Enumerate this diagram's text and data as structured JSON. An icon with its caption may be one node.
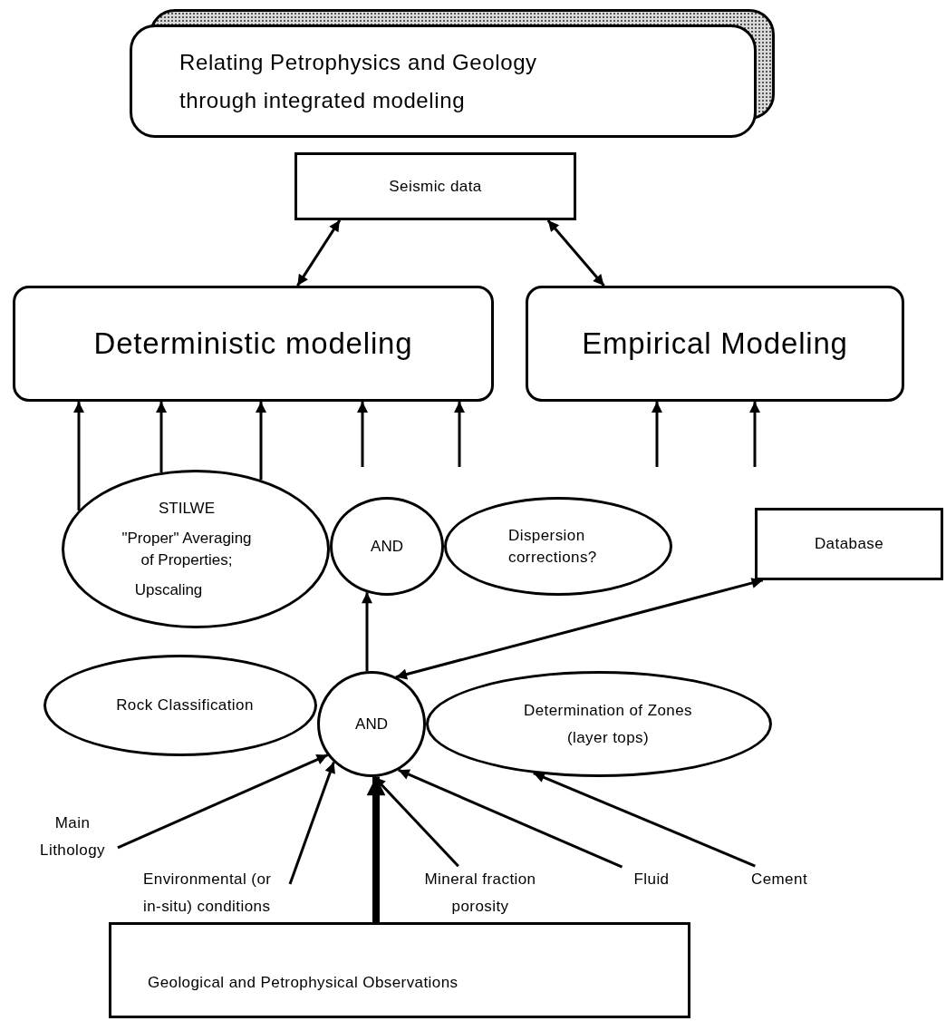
{
  "diagram": {
    "nodes": [
      {
        "text": [
          "Relating Petrophysics and Geology through integrated modeling"
        ]
      },
      {
        "text": [
          "Seismic data"
        ]
      },
      {
        "text": [
          "Deterministic modeling"
        ]
      },
      {
        "text": [
          "Empirical Modeling"
        ]
      },
      {
        "text": [
          "STILWE",
          "\"Proper\" Averaging of Properties;",
          "Upscaling"
        ]
      },
      {
        "text": [
          "AND"
        ]
      },
      {
        "text": [
          "Dispersion corrections?"
        ]
      },
      {
        "text": [
          "Database"
        ]
      },
      {
        "text": [
          "Rock Classification"
        ]
      },
      {
        "text": [
          "AND"
        ]
      },
      {
        "text": [
          "Determination of Zones (layer tops)"
        ]
      },
      {
        "text": [
          "Main Lithology"
        ]
      },
      {
        "text": [
          "Environmental (or in-situ) conditions"
        ]
      },
      {
        "text": [
          "Mineral fraction porosity"
        ]
      },
      {
        "text": [
          "Fluid"
        ]
      },
      {
        "text": [
          "Cement"
        ]
      },
      {
        "text": [
          "Geological and Petrophysical Observations"
        ]
      }
    ],
    "edges": [
      {
        "from": 1,
        "to": 2,
        "arrow": "both"
      },
      {
        "from": 1,
        "to": 3,
        "arrow": "both"
      },
      {
        "from": 4,
        "to": 2,
        "arrow": "to"
      },
      {
        "from": 4,
        "to": 2,
        "arrow": "to"
      },
      {
        "from": 4,
        "to": 2,
        "arrow": "to"
      },
      {
        "from": null,
        "to": 2,
        "arrow": "to"
      },
      {
        "from": null,
        "to": 2,
        "arrow": "to"
      },
      {
        "from": null,
        "to": 3,
        "arrow": "to"
      },
      {
        "from": null,
        "to": 3,
        "arrow": "to"
      },
      {
        "from": 9,
        "to": 5,
        "arrow": "to"
      },
      {
        "from": 7,
        "to": 9,
        "arrow": "both"
      },
      {
        "from": 11,
        "to": 9,
        "arrow": "to"
      },
      {
        "from": 12,
        "to": 9,
        "arrow": "to"
      },
      {
        "from": 13,
        "to": 9,
        "arrow": "to"
      },
      {
        "from": 14,
        "to": 9,
        "arrow": "to"
      },
      {
        "from": 15,
        "to": 10,
        "arrow": "to"
      },
      {
        "from": 16,
        "to": 9,
        "arrow": "to",
        "style": "thick"
      }
    ]
  }
}
